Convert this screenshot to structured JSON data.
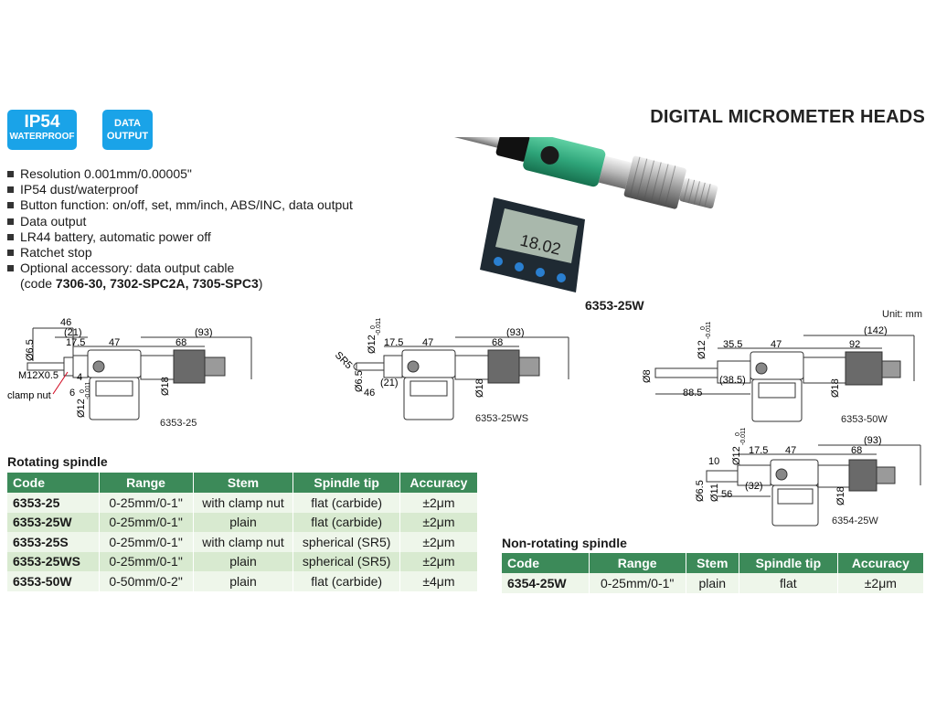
{
  "badges": {
    "ip54": {
      "main": "IP54",
      "sub": "WATERPROOF"
    },
    "data": {
      "line1": "DATA",
      "line2": "OUTPUT"
    }
  },
  "title": "DIGITAL MICROMETER HEADS",
  "features": [
    "Resolution 0.001mm/0.00005\"",
    "IP54 dust/waterproof",
    "Button function: on/off, set, mm/inch, ABS/INC, data output",
    "Data output",
    "LR44 battery, automatic power off",
    "Ratchet stop",
    "Optional accessory: data output cable"
  ],
  "accessory_note": {
    "prefix": "(code ",
    "codes": "7306-30, 7302-SPC2A, 7305-SPC3",
    "suffix": ")"
  },
  "photo": {
    "display": "18.02",
    "caption": "6353-25W"
  },
  "unit_note": "Unit: mm",
  "drawings": {
    "d6353_25": {
      "caption": "6353-25",
      "dims": [
        "46",
        "(21)",
        "17.5",
        "47",
        "68",
        "(93)",
        "Ø6.5",
        "M12X0.5",
        "4",
        "6",
        "Ø18",
        "Ø12",
        "-0.011",
        "0"
      ],
      "clamp_label": "clamp nut"
    },
    "d6353_25ws": {
      "caption": "6353-25WS",
      "dims": [
        "SR5",
        "Ø12",
        "-0.011",
        "0",
        "17.5",
        "47",
        "68",
        "(93)",
        "Ø6.5",
        "(21)",
        "46",
        "Ø18"
      ]
    },
    "d6353_50w": {
      "caption": "6353-50W",
      "dims": [
        "Ø12",
        "-0.011",
        "0",
        "35.5",
        "47",
        "92",
        "(142)",
        "Ø8",
        "(38.5)",
        "88.5",
        "Ø18"
      ]
    },
    "d6354_25w": {
      "caption": "6354-25W",
      "dims": [
        "Ø12",
        "-0.011",
        "0",
        "10",
        "17.5",
        "47",
        "68",
        "(93)",
        "Ø6.5",
        "Ø11",
        "56",
        "(32)",
        "Ø18"
      ]
    }
  },
  "rotating": {
    "title": "Rotating spindle",
    "headers": [
      "Code",
      "Range",
      "Stem",
      "Spindle tip",
      "Accuracy"
    ],
    "rows": [
      [
        "6353-25",
        "0-25mm/0-1\"",
        "with clamp nut",
        "flat (carbide)",
        "±2μm"
      ],
      [
        "6353-25W",
        "0-25mm/0-1\"",
        "plain",
        "flat (carbide)",
        "±2μm"
      ],
      [
        "6353-25S",
        "0-25mm/0-1\"",
        "with clamp nut",
        "spherical (SR5)",
        "±2μm"
      ],
      [
        "6353-25WS",
        "0-25mm/0-1\"",
        "plain",
        "spherical (SR5)",
        "±2μm"
      ],
      [
        "6353-50W",
        "0-50mm/0-2\"",
        "plain",
        "flat (carbide)",
        "±4μm"
      ]
    ]
  },
  "nonrotating": {
    "title": "Non-rotating spindle",
    "headers": [
      "Code",
      "Range",
      "Stem",
      "Spindle tip",
      "Accuracy"
    ],
    "rows": [
      [
        "6354-25W",
        "0-25mm/0-1\"",
        "plain",
        "flat",
        "±2μm"
      ]
    ]
  },
  "colors": {
    "badge_blue": "#1aa3e8",
    "table_header": "#3c8a59",
    "row_light": "#eef6ea",
    "row_alt": "#d8ead0",
    "body_green": "#2fa57a"
  }
}
